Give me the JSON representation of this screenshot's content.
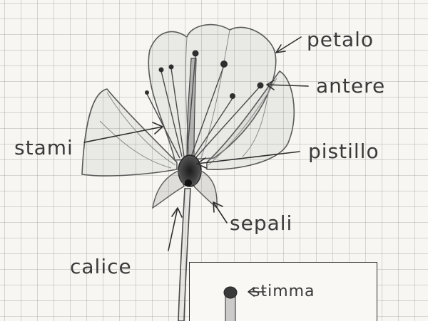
{
  "labels": {
    "petalo": "petalo",
    "antere": "antere",
    "stami": "stami",
    "pistillo": "pistillo",
    "sepali": "sepali",
    "calice": "calice"
  },
  "inset": {
    "stimma": "stimma"
  },
  "colors": {
    "paper": "#f7f6f2",
    "grid": "#9a9a9a",
    "pencil": "#3a3a3a"
  }
}
